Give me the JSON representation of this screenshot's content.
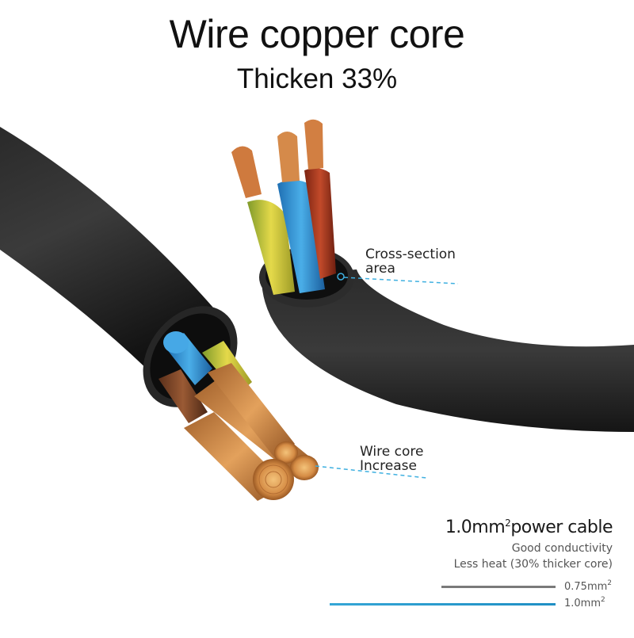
{
  "header": {
    "title": "Wire copper core",
    "subtitle": "Thicken 33%"
  },
  "callouts": {
    "cross_section_line1": "Cross-section",
    "cross_section_line2": "area",
    "wire_core_line1": "Wire core",
    "wire_core_line2": "Increase"
  },
  "info": {
    "title_prefix": "1.0mm",
    "title_sup": "2",
    "title_suffix": "power cable",
    "line1": "Good conductivity",
    "line2": "Less heat (30% thicker core)"
  },
  "comparison": {
    "bars": [
      {
        "label": "0.75mm",
        "sup": "2",
        "color": "#7a7a7a"
      },
      {
        "label": "1.0mm",
        "sup": "2",
        "color": "#2a9ad0"
      }
    ]
  },
  "colors": {
    "jacket": "#1c1c1c",
    "copper": "#d4884a",
    "blue_insulation": "#2e8fd1",
    "brown_insulation": "#8a4f2e",
    "yellow_green_insulation": "#c8c43a",
    "red_insulation": "#b23a22",
    "accent_blue": "#3fb0e0"
  }
}
